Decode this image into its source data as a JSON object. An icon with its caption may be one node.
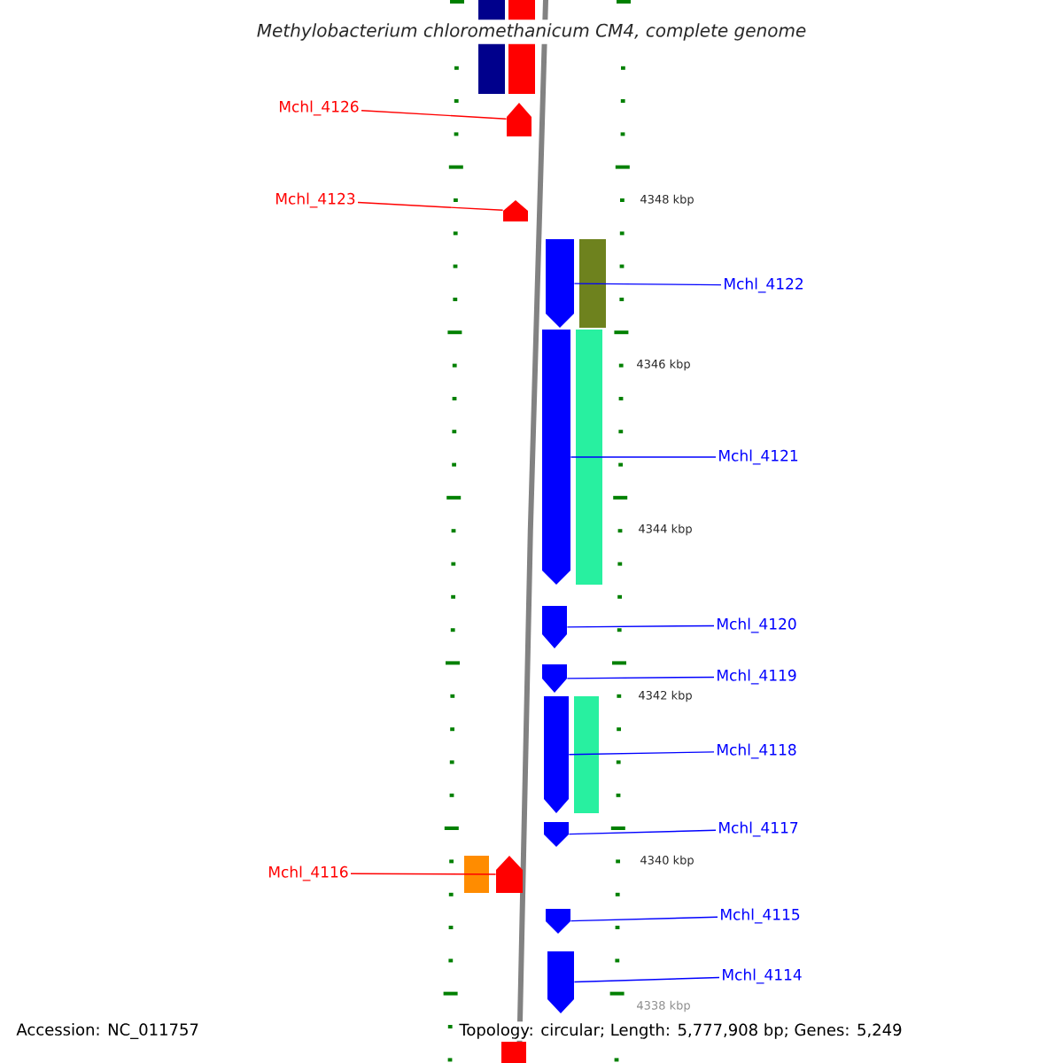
{
  "diagram": {
    "title": "Methylobacterium chloromethanicum CM4, complete genome",
    "nodes": [
      {
        "text": [
          "Mchl_4126"
        ]
      },
      {
        "text": [
          "Mchl_4123"
        ]
      },
      {
        "text": [
          "Mchl_4122"
        ]
      },
      {
        "text": [
          "Mchl_4121"
        ]
      },
      {
        "text": [
          "Mchl_4120"
        ]
      },
      {
        "text": [
          "Mchl_4119"
        ]
      },
      {
        "text": [
          "Mchl_4118"
        ]
      },
      {
        "text": [
          "Mchl_4117"
        ]
      },
      {
        "text": [
          "Mchl_4116"
        ]
      },
      {
        "text": [
          "Mchl_4115"
        ]
      },
      {
        "text": [
          "Mchl_4114"
        ]
      },
      {
        "text": [],
        "shape": "arrow"
      },
      {
        "text": [],
        "shape": "arrow"
      },
      {
        "text": [],
        "shape": "arrow"
      },
      {
        "text": [],
        "shape": "arrow"
      },
      {
        "text": [],
        "shape": "arrow"
      },
      {
        "text": [],
        "shape": "arrow"
      },
      {
        "text": [],
        "shape": "arrow"
      },
      {
        "text": [],
        "shape": "arrow"
      },
      {
        "text": [],
        "shape": "arrow"
      },
      {
        "text": [],
        "shape": "arrow"
      },
      {
        "text": [],
        "shape": "arrow"
      },
      {
        "text": [],
        "shape": "bar"
      },
      {
        "text": [],
        "shape": "bar"
      },
      {
        "text": [],
        "shape": "bar"
      },
      {
        "text": [],
        "shape": "bar"
      },
      {
        "text": [],
        "shape": "bar"
      },
      {
        "text": [],
        "shape": "bar"
      },
      {
        "text": [],
        "shape": "bar"
      }
    ],
    "edges": [
      {
        "from": 0,
        "to": 11,
        "arrow": "none",
        "color": "#ff0000"
      },
      {
        "from": 1,
        "to": 12,
        "arrow": "none",
        "color": "#ff0000"
      },
      {
        "from": 2,
        "to": 13,
        "arrow": "none"
      },
      {
        "from": 3,
        "to": 14,
        "arrow": "none"
      },
      {
        "from": 4,
        "to": 15,
        "arrow": "none"
      },
      {
        "from": 5,
        "to": 16,
        "arrow": "none"
      },
      {
        "from": 6,
        "to": 17,
        "arrow": "none"
      },
      {
        "from": 7,
        "to": 18,
        "arrow": "none"
      },
      {
        "from": 8,
        "to": 19,
        "arrow": "none",
        "color": "#ff0000"
      },
      {
        "from": 9,
        "to": 20,
        "arrow": "none"
      },
      {
        "from": 10,
        "to": 21,
        "arrow": "none"
      }
    ],
    "labels": [
      "4348 kbp",
      "4346 kbp",
      "4344 kbp",
      "4342 kbp",
      "4340 kbp",
      "4338 kbp",
      "Accession: NC_011757",
      "Topology: circular; Length: 5,777,908 bp; Genes: 5,249"
    ]
  }
}
